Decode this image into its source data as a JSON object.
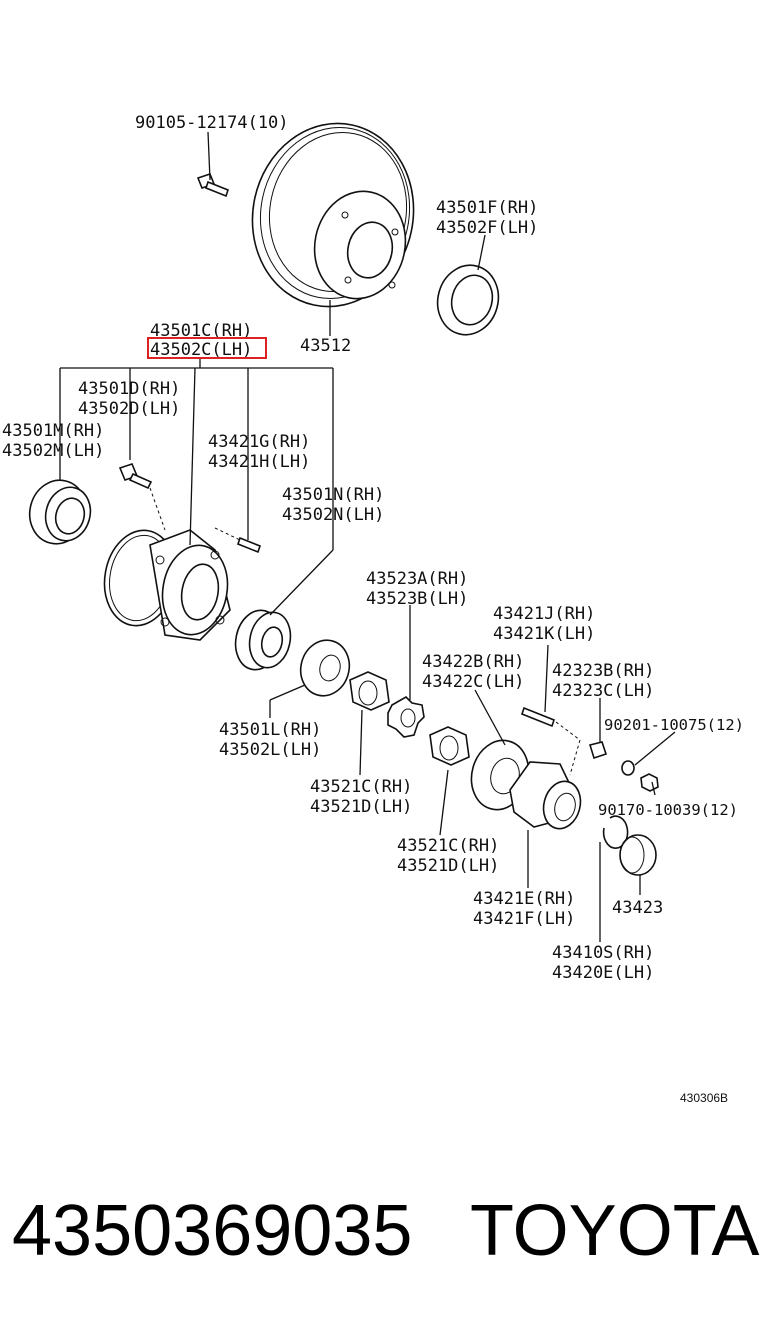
{
  "labels": {
    "bolt_top": "90105-12174(10)",
    "rotor": "43512",
    "seal_f_rh": "43501F(RH)",
    "seal_f_lh": "43502F(LH)",
    "hub_c_rh": "43501C(RH)",
    "hub_c_lh": "43502C(LH)",
    "bolt_d_rh": "43501D(RH)",
    "bolt_d_lh": "43502D(LH)",
    "brg_m_rh": "43501M(RH)",
    "brg_m_lh": "43502M(LH)",
    "stud_g_rh": "43421G(RH)",
    "stud_h_lh": "43421H(LH)",
    "brg_n_rh": "43501N(RH)",
    "brg_n_lh": "43502N(LH)",
    "lock_a_rh": "43523A(RH)",
    "lock_b_lh": "43523B(LH)",
    "stud_j_rh": "43421J(RH)",
    "stud_k_lh": "43421K(LH)",
    "gasket_b_rh": "43422B(RH)",
    "gasket_c_lh": "43422C(LH)",
    "washer_b_rh": "42323B(RH)",
    "washer_c_lh": "42323C(LH)",
    "washer_l_rh": "43501L(RH)",
    "washer_l_lh": "43502L(LH)",
    "bolt_top2": "90201-10075(12)",
    "nut1_rh": "43521C(RH)",
    "nut1_lh": "43521D(LH)",
    "nut_side": "90170-10039(12)",
    "nut2_rh": "43521C(RH)",
    "nut2_lh": "43521D(LH)",
    "flange_e_rh": "43421E(RH)",
    "flange_f_lh": "43421F(LH)",
    "cap": "43423",
    "snap_s_rh": "43410S(RH)",
    "snap_e_lh": "43420E(LH)"
  },
  "diagram_code": "430306B",
  "part_number": "4350369035",
  "brand": "TOYOTA",
  "highlight_color": "#dd2222"
}
